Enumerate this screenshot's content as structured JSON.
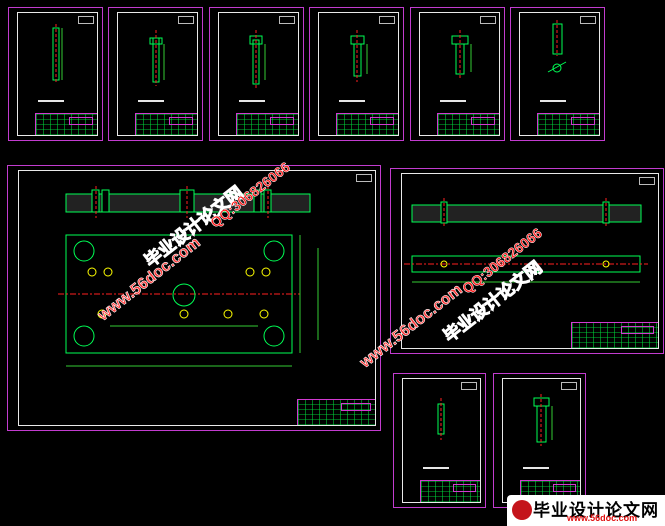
{
  "watermark": {
    "site_cn": "毕业设计论文网",
    "url": "www.56doc.com",
    "qq": "QQ:306826066"
  },
  "logo": {
    "text": "毕业设计论文网",
    "url": "www.56doc.com"
  },
  "colors": {
    "sheet_border": "#c23ccf",
    "frame": "#e9e9e9",
    "part_outline": "#00ff55",
    "centerline": "#ff2020",
    "dimension": "#33cc33",
    "hole_marker": "#ffff00",
    "background": "#000000"
  }
}
